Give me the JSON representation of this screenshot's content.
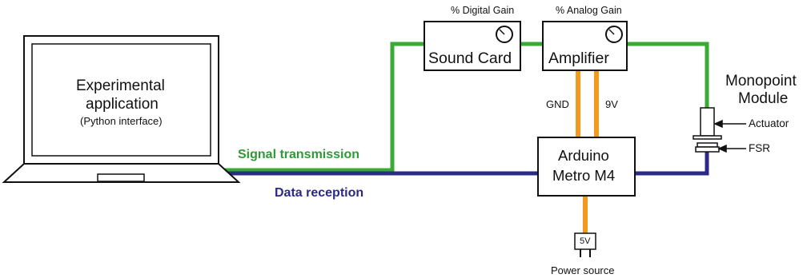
{
  "laptop": {
    "title_line1": "Experimental",
    "title_line2": "application",
    "subtitle": "(Python interface)"
  },
  "sound_card": {
    "label": "Sound Card",
    "gain_label": "% Digital Gain"
  },
  "amplifier": {
    "label": "Amplifier",
    "gain_label": "% Analog Gain"
  },
  "arduino": {
    "label_line1": "Arduino",
    "label_line2": "Metro M4"
  },
  "wires": {
    "gnd_label": "GND",
    "nine_v_label": "9V",
    "signal_label": "Signal transmission",
    "data_label": "Data reception"
  },
  "power": {
    "plug_label": "5V",
    "caption": "Power source"
  },
  "module": {
    "title_line1": "Monopoint",
    "title_line2": "Module",
    "actuator_label": "Actuator",
    "fsr_label": "FSR"
  },
  "colors": {
    "signal": "#3aa935",
    "data": "#2b2a86",
    "power": "#f39a1e",
    "signal_text": "#2e9a36",
    "data_text": "#2b2a86"
  }
}
